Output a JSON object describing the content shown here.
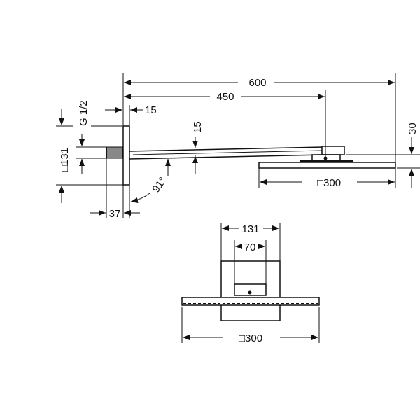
{
  "side_view": {
    "dim_total_length": "600",
    "dim_arm_to_connector": "450",
    "dim_flange_thickness": "15",
    "dim_thread": "G 1/2",
    "dim_flange_square": "□131",
    "dim_thread_length": "37",
    "dim_arm_height": "15",
    "dim_angle": "91°",
    "dim_head_drop": "30",
    "dim_head_square": "□300"
  },
  "bottom_view": {
    "dim_flange_width": "131",
    "dim_connector_width": "70",
    "dim_head_square": "□300"
  }
}
